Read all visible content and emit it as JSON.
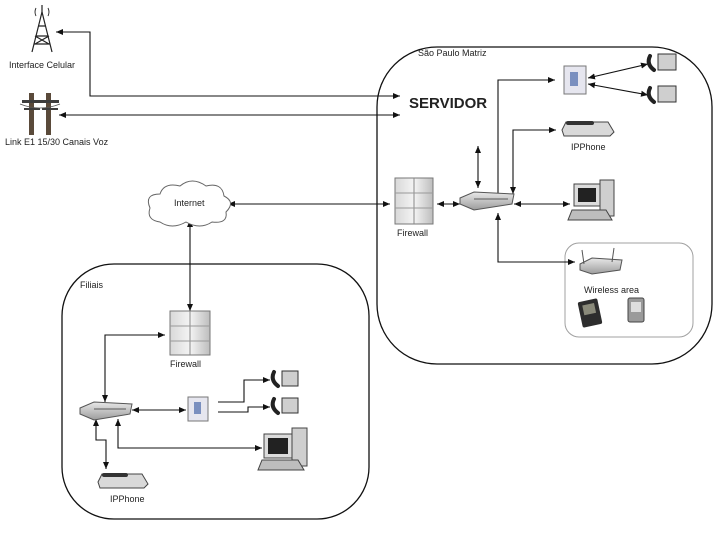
{
  "labels": {
    "tower": "Interface Celular",
    "e1": "Link E1 15/30 Canais Voz",
    "matriz": "São Paulo Matriz",
    "servidor": "SERVIDOR",
    "internet": "Internet",
    "firewall_matriz": "Firewall",
    "ipphone_matriz": "IPPhone",
    "wireless": "Wireless area",
    "filiais": "Filiais",
    "firewall_filiais": "Firewall",
    "ipphone_filiais": "IPPhone"
  },
  "colors": {
    "line": "#111111",
    "region_border": "#111111",
    "wireless_border": "#9a9a9a"
  }
}
